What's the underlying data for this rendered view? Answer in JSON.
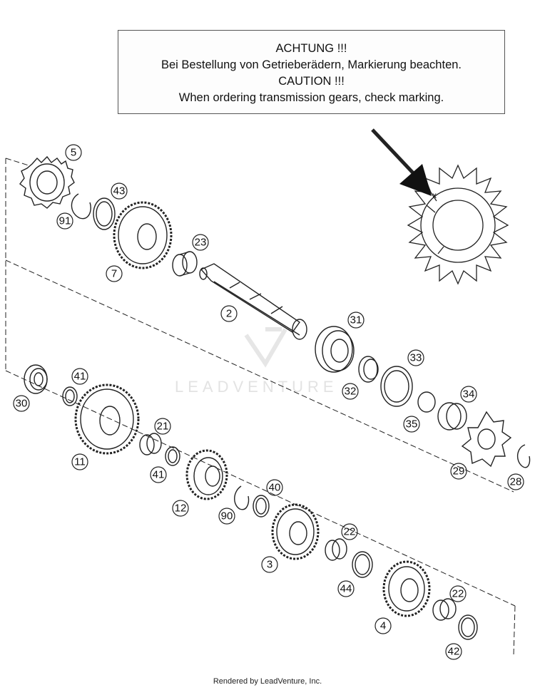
{
  "caution": {
    "line1": "ACHTUNG !!!",
    "line2": "Bei Bestellung von Getrieberädern, Markierung beachten.",
    "line3": "CAUTION !!!",
    "line4": "When ordering transmission gears, check marking."
  },
  "watermark": "LEADVENTURE",
  "footer": "Rendered by LeadVenture, Inc.",
  "callouts": [
    "5",
    "43",
    "91",
    "7",
    "23",
    "2",
    "31",
    "33",
    "32",
    "34",
    "35",
    "29",
    "28",
    "30",
    "41",
    "21",
    "11",
    "41",
    "12",
    "40",
    "90",
    "22",
    "3",
    "44",
    "22",
    "4",
    "42"
  ]
}
